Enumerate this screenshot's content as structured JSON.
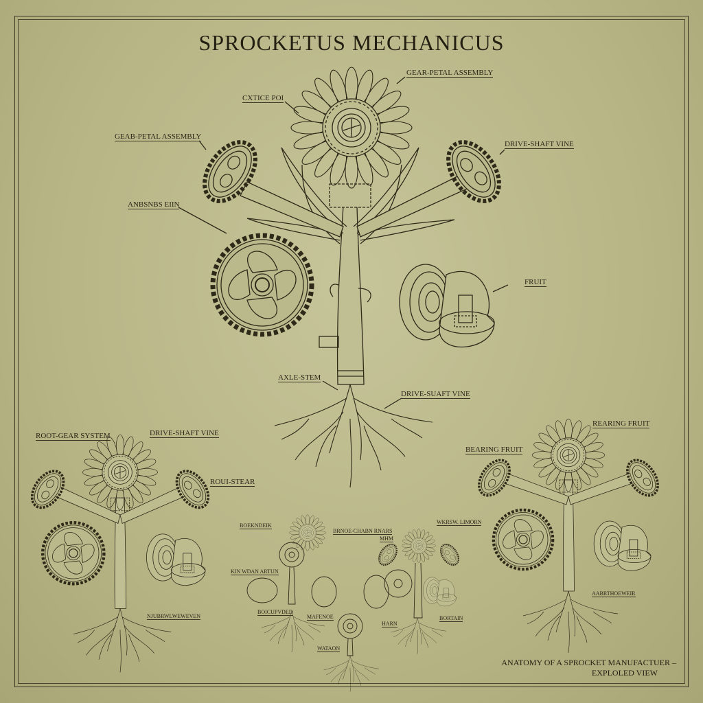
{
  "title": "SPROCKETUS MECHANICUS",
  "colors": {
    "paper": "#b9b88a",
    "ink": "#2a2618"
  },
  "main_specimen": {
    "labels": {
      "gear_petal_top": "GEAR-PETAL ASSEMBLY",
      "cxtice_poi": "CXTICE POI",
      "gear_petal_left": "GEAB-PETAL ASSEMBLY",
      "drive_shaft_right": "DRIVE-SHAFT VINE",
      "anbsnbs_eiin": "ANBSNBS EIIN",
      "fruit": "FRUIT",
      "axle_stem": "AXLE-STEM",
      "drive_shaft_bottom": "DRIVE-SUAFT VINE"
    }
  },
  "left_specimen": {
    "labels": {
      "root_gear": "ROOT-GEAR SYSTEM",
      "drive_shaft": "DRIVE-SHAFT VINE",
      "root_stear": "ROUI-STEAR",
      "bottom": "NJUBRWLWEWEVEN"
    }
  },
  "right_specimen": {
    "labels": {
      "bearing_fruit_top": "REARING FRUIT",
      "bearing_fruit_left": "BEARING FRUIT",
      "bottom": "AABRTHOEWEIR"
    }
  },
  "center_small": {
    "labels": {
      "a": "BOEKNDEIK",
      "b": "BRNOE-CHABN RNARS",
      "c": "MHM",
      "d": "WKRSW. LIMORN",
      "e": "KIN WDAN ARTUN",
      "f": "BOICUPVDED",
      "g": "MAFENOE",
      "h": "HARN",
      "i": "WATAON",
      "j": "BORTAIN"
    }
  },
  "caption": {
    "line1": "ANATOMY OF A SPROCKET MANUFACTUER –",
    "line2": "EXPLOLED VIEW"
  }
}
